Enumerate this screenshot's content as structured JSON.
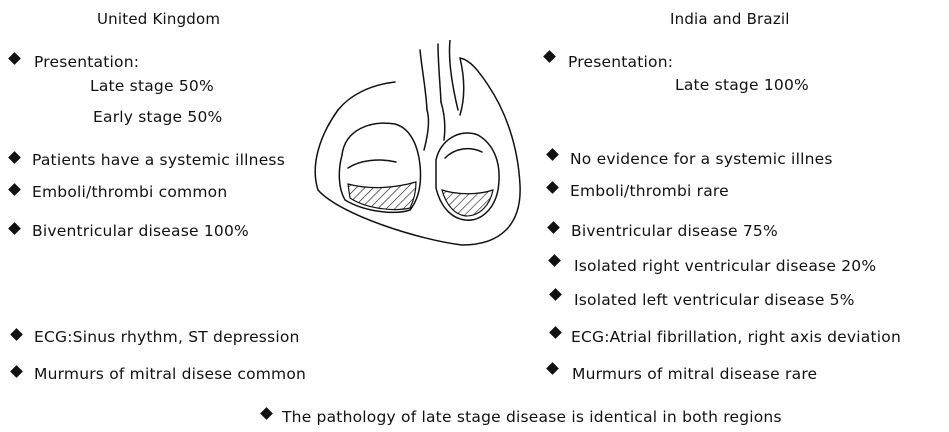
{
  "left": {
    "heading": "United Kingdom",
    "presentation_label": "Presentation:",
    "late_stage": "Late stage 50%",
    "early_stage": "Early stage 50%",
    "items": [
      "Patients have a systemic illness",
      "Emboli/thrombi common",
      "Biventricular disease 100%"
    ],
    "ecg": "ECG:Sinus rhythm, ST depression",
    "murmurs": "Murmurs of mitral disese common"
  },
  "right": {
    "heading": "India and Brazil",
    "presentation_label": "Presentation:",
    "late_stage": "Late stage 100%",
    "items": [
      "No evidence for a systemic illnes",
      "Emboli/thrombi rare",
      "Biventricular disease 75%",
      "Isolated right ventricular disease 20%",
      "Isolated left ventricular disease 5%"
    ],
    "ecg": "ECG:Atrial fibrillation, right axis deviation",
    "murmurs": "Murmurs of mitral disease rare"
  },
  "footer": "The pathology of late stage disease is identical in both regions",
  "icons": {
    "bullet": "diamond-bullet-icon",
    "illustration": "heart-cross-section-illustration"
  }
}
